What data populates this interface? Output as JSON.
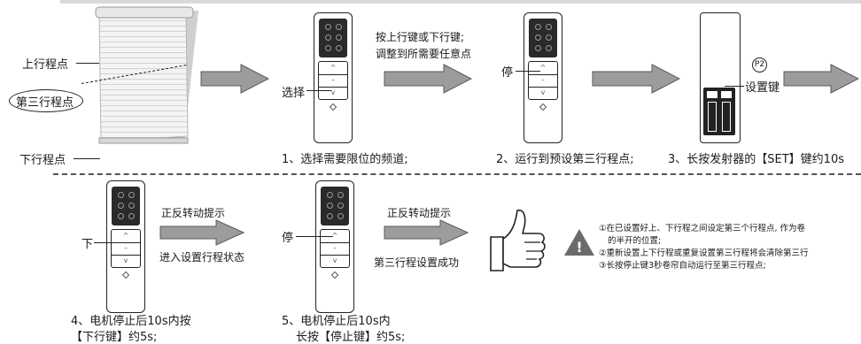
{
  "blind": {
    "upper_label": "上行程点",
    "third_label": "第三行程点",
    "lower_label": "下行程点"
  },
  "step1": {
    "select_label": "选择",
    "caption": "1、选择需要限位的频道;"
  },
  "step2": {
    "instruction_line1": "按上行键或下行键;",
    "instruction_line2": "调整到所需要任意点",
    "stop_label": "停",
    "caption": "2、运行到预设第三行程点;"
  },
  "step3": {
    "p2_badge": "P2",
    "set_key_label": "设置键",
    "caption": "3、长按发射器的【SET】键约10s"
  },
  "step4": {
    "down_label": "下",
    "hint_top": "正反转动提示",
    "hint_bottom": "进入设置行程状态",
    "caption_line1": "4、电机停止后10s内按",
    "caption_line2": "【下行键】约5s;"
  },
  "step5": {
    "stop_label": "停",
    "hint_top": "正反转动提示",
    "hint_bottom": "第三行程设置成功",
    "caption_line1": "5、电机停止后10s内",
    "caption_line2": "长按【停止键】约5s;"
  },
  "notes": {
    "warning_symbol": "!",
    "line1": "①在已设置好上、下行程之间设定第三个行程点, 作为卷",
    "line2": "的半开的位置;",
    "line3": "②重新设置上下行程或重复设置第三行程将会清除第三行",
    "line4": "③长按停止键3秒卷帘自动运行至第三行程点;"
  },
  "remote_keys": [
    "^",
    "–",
    "v",
    "◇"
  ],
  "colors": {
    "arrow_fill": "#9c9c9c",
    "arrow_stroke": "#5a5a5a",
    "warning": "#6b6b6b"
  }
}
